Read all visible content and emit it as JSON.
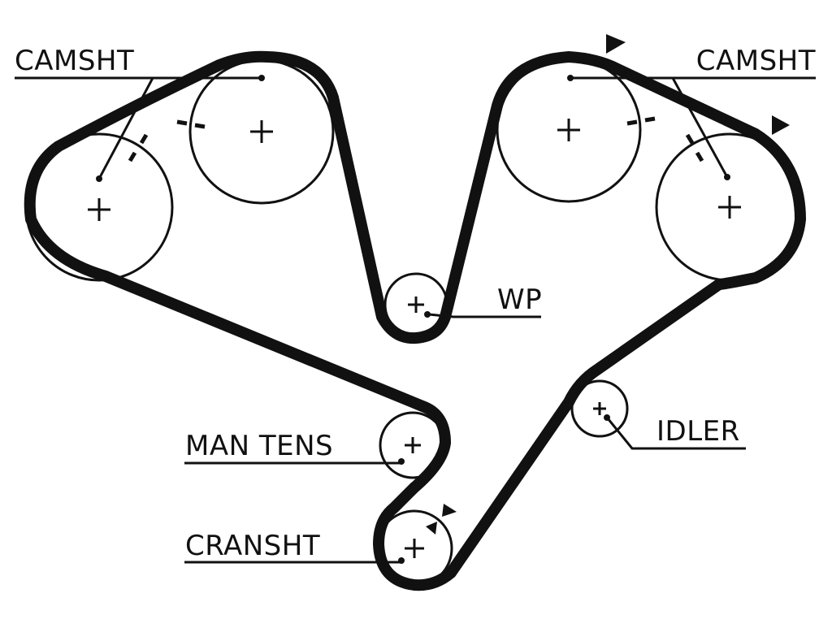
{
  "diagram": {
    "labels": {
      "camshaft_left": "CAMSHT",
      "camshaft_right": "CAMSHT",
      "water_pump": "WP",
      "manual_tensioner": "MAN TENS",
      "idler": "IDLER",
      "crankshaft": "CRANSHT"
    },
    "colors": {
      "ink": "#111111",
      "background": "#ffffff"
    }
  }
}
